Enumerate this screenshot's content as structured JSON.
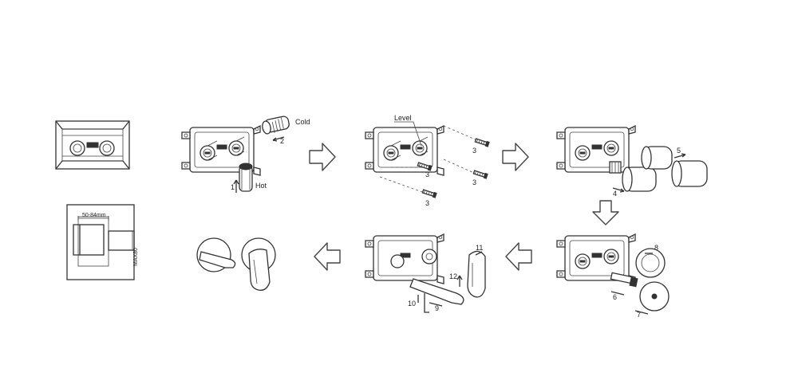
{
  "labels": {
    "cold": "Cold",
    "hot": "Hot",
    "level": "Level",
    "dimension": "50-84mm",
    "max": "MAX80"
  },
  "steps": [
    "1",
    "2",
    "3",
    "3",
    "3",
    "3",
    "4",
    "5",
    "6",
    "7",
    "8",
    "9",
    "10",
    "11",
    "12"
  ],
  "arrows": [
    "right",
    "right",
    "down",
    "left",
    "left"
  ]
}
